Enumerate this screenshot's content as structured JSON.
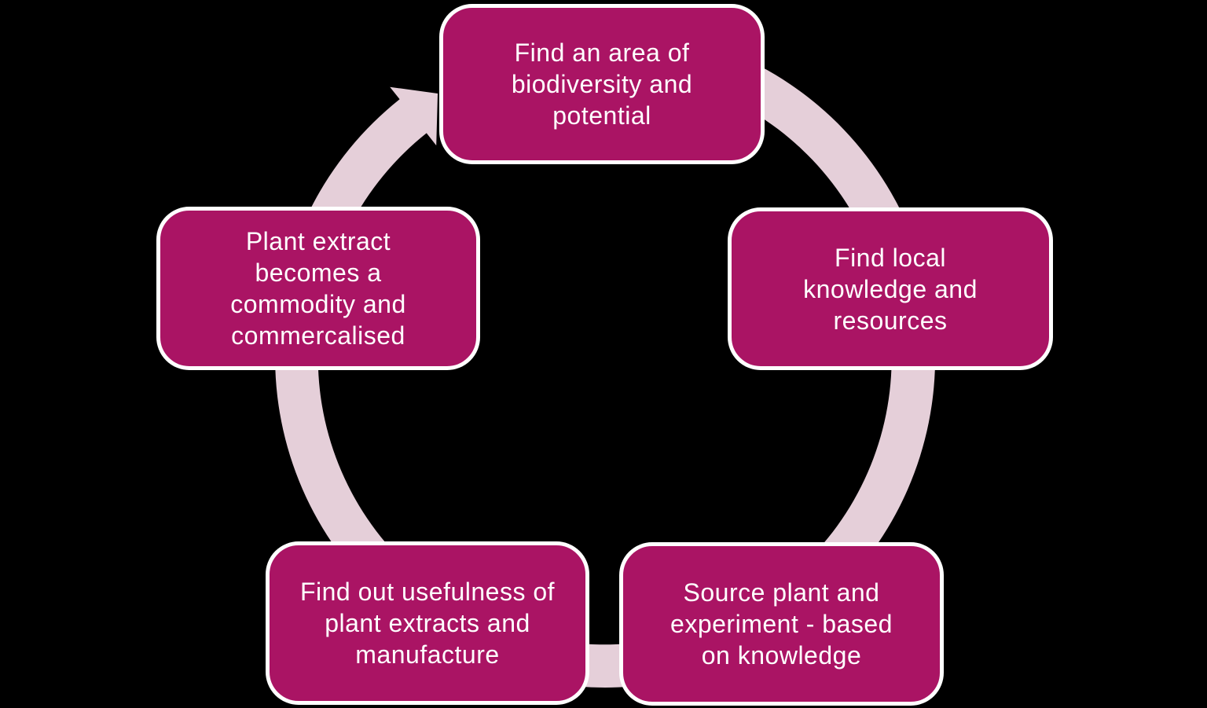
{
  "diagram": {
    "type": "cycle",
    "flow_direction": "clockwise",
    "steps": [
      {
        "position": "top",
        "label": "Find an area of\nbiodiversity and\npotential"
      },
      {
        "position": "right",
        "label": "Find local\nknowledge and\nresources"
      },
      {
        "position": "bottom-right",
        "label": "Source plant and\nexperiment - based\non knowledge"
      },
      {
        "position": "bottom-left",
        "label": "Find out usefulness of\nplant extracts and\nmanufacture"
      },
      {
        "position": "left",
        "label": "Plant extract\nbecomes a\ncommodity and\ncommercalised"
      }
    ],
    "colors": {
      "background": "#000000",
      "box_fill": "#AA1464",
      "box_border": "#FFFFFF",
      "box_text": "#FFFFFF",
      "ring": "#E5CFD9"
    }
  }
}
